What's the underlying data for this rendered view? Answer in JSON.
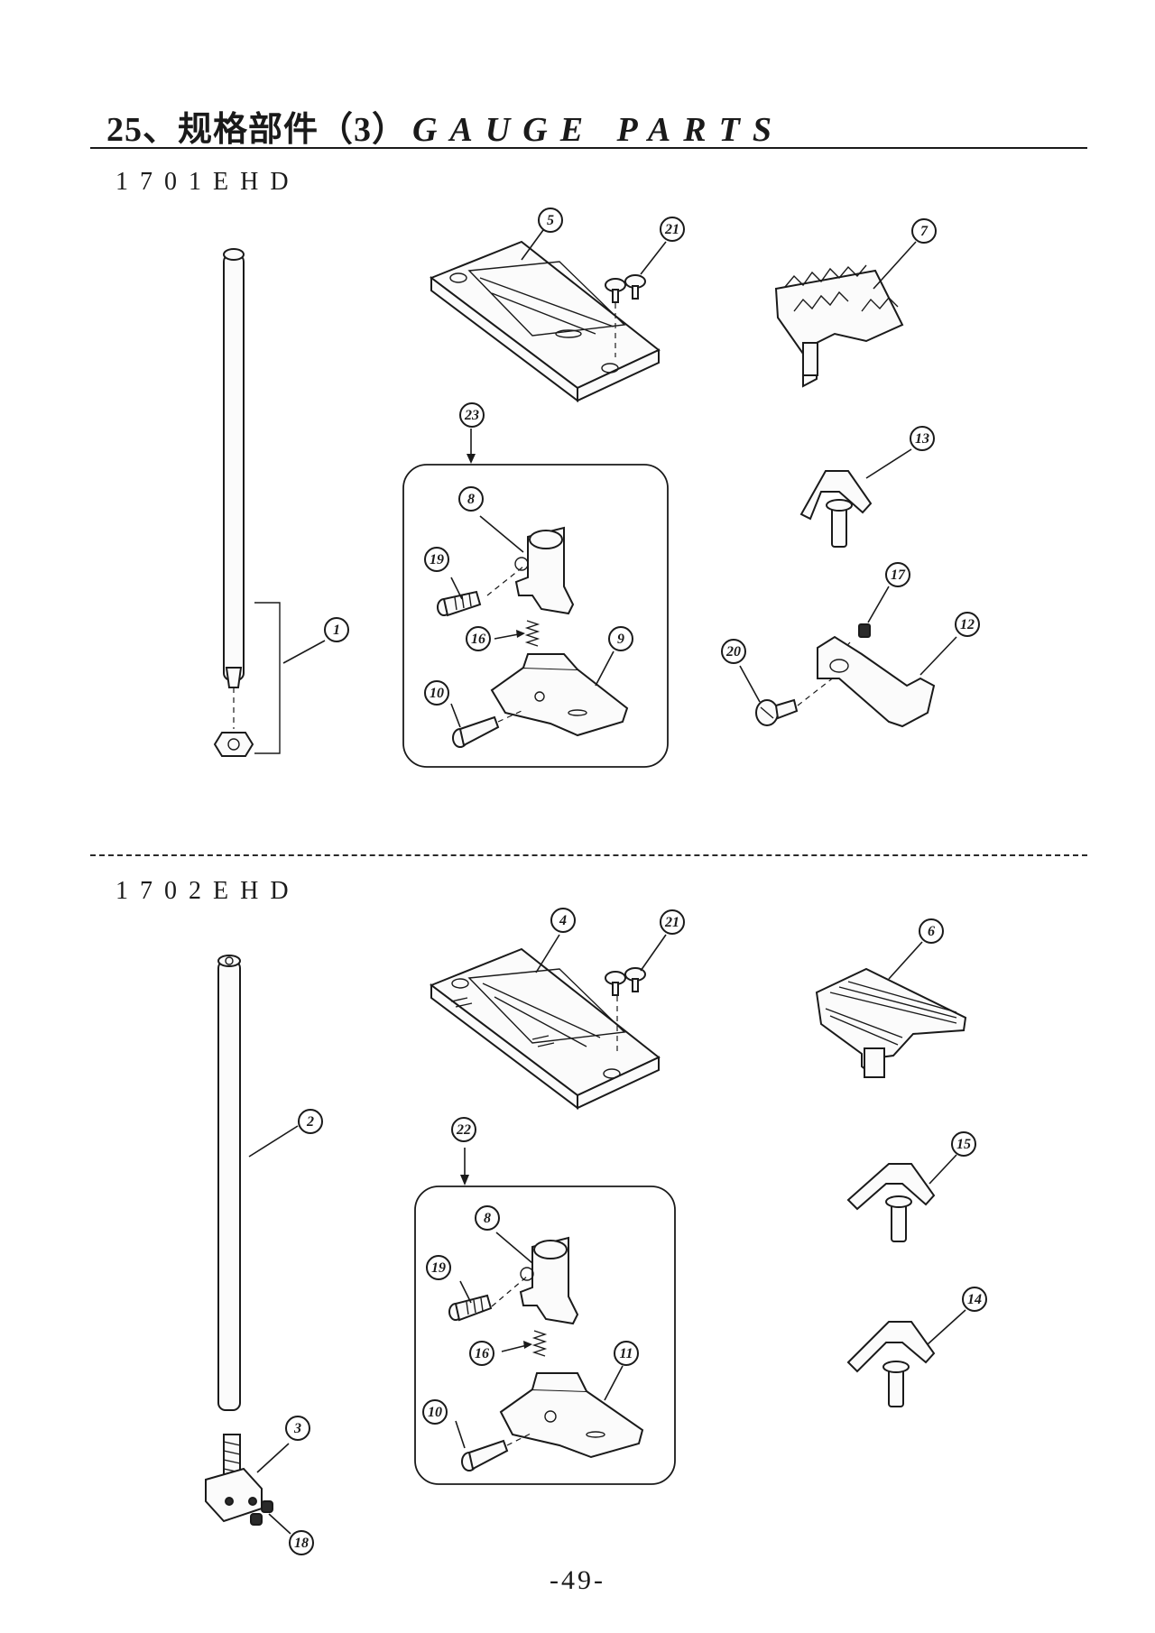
{
  "page": {
    "title_cn": "25、规格部件（3）",
    "title_en": "GAUGE  PARTS",
    "page_number": "-49-"
  },
  "sections": [
    {
      "model": "1701EHD",
      "callouts": [
        "5",
        "21",
        "7",
        "23",
        "13",
        "8",
        "19",
        "17",
        "1",
        "16",
        "9",
        "12",
        "20",
        "10"
      ]
    },
    {
      "model": "1702EHD",
      "callouts": [
        "4",
        "21",
        "6",
        "22",
        "2",
        "15",
        "8",
        "19",
        "14",
        "16",
        "11",
        "10",
        "3",
        "18"
      ]
    }
  ]
}
